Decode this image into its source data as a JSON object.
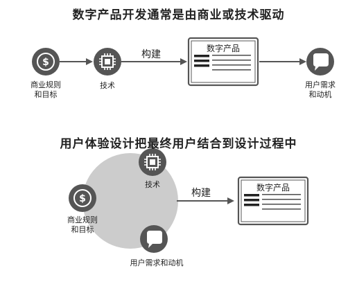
{
  "diagram1": {
    "title": "数字产品开发通常是由商业或技术驱动",
    "business_label": "商业规则\n和目标",
    "tech_label": "技术",
    "build_label": "构建",
    "product_label": "数字产品",
    "needs_label": "用户需求\n和动机"
  },
  "diagram2": {
    "title": "用户体验设计把最终用户结合到设计过程中",
    "business_label": "商业规则\n和目标",
    "tech_label": "技术",
    "build_label": "构建",
    "product_label": "数字产品",
    "needs_label": "用户需求和动机"
  },
  "icons": {
    "business": "dollar-coin-icon",
    "tech": "microchip-icon",
    "needs": "speech-bubble-icon",
    "product": "document-window-icon"
  }
}
